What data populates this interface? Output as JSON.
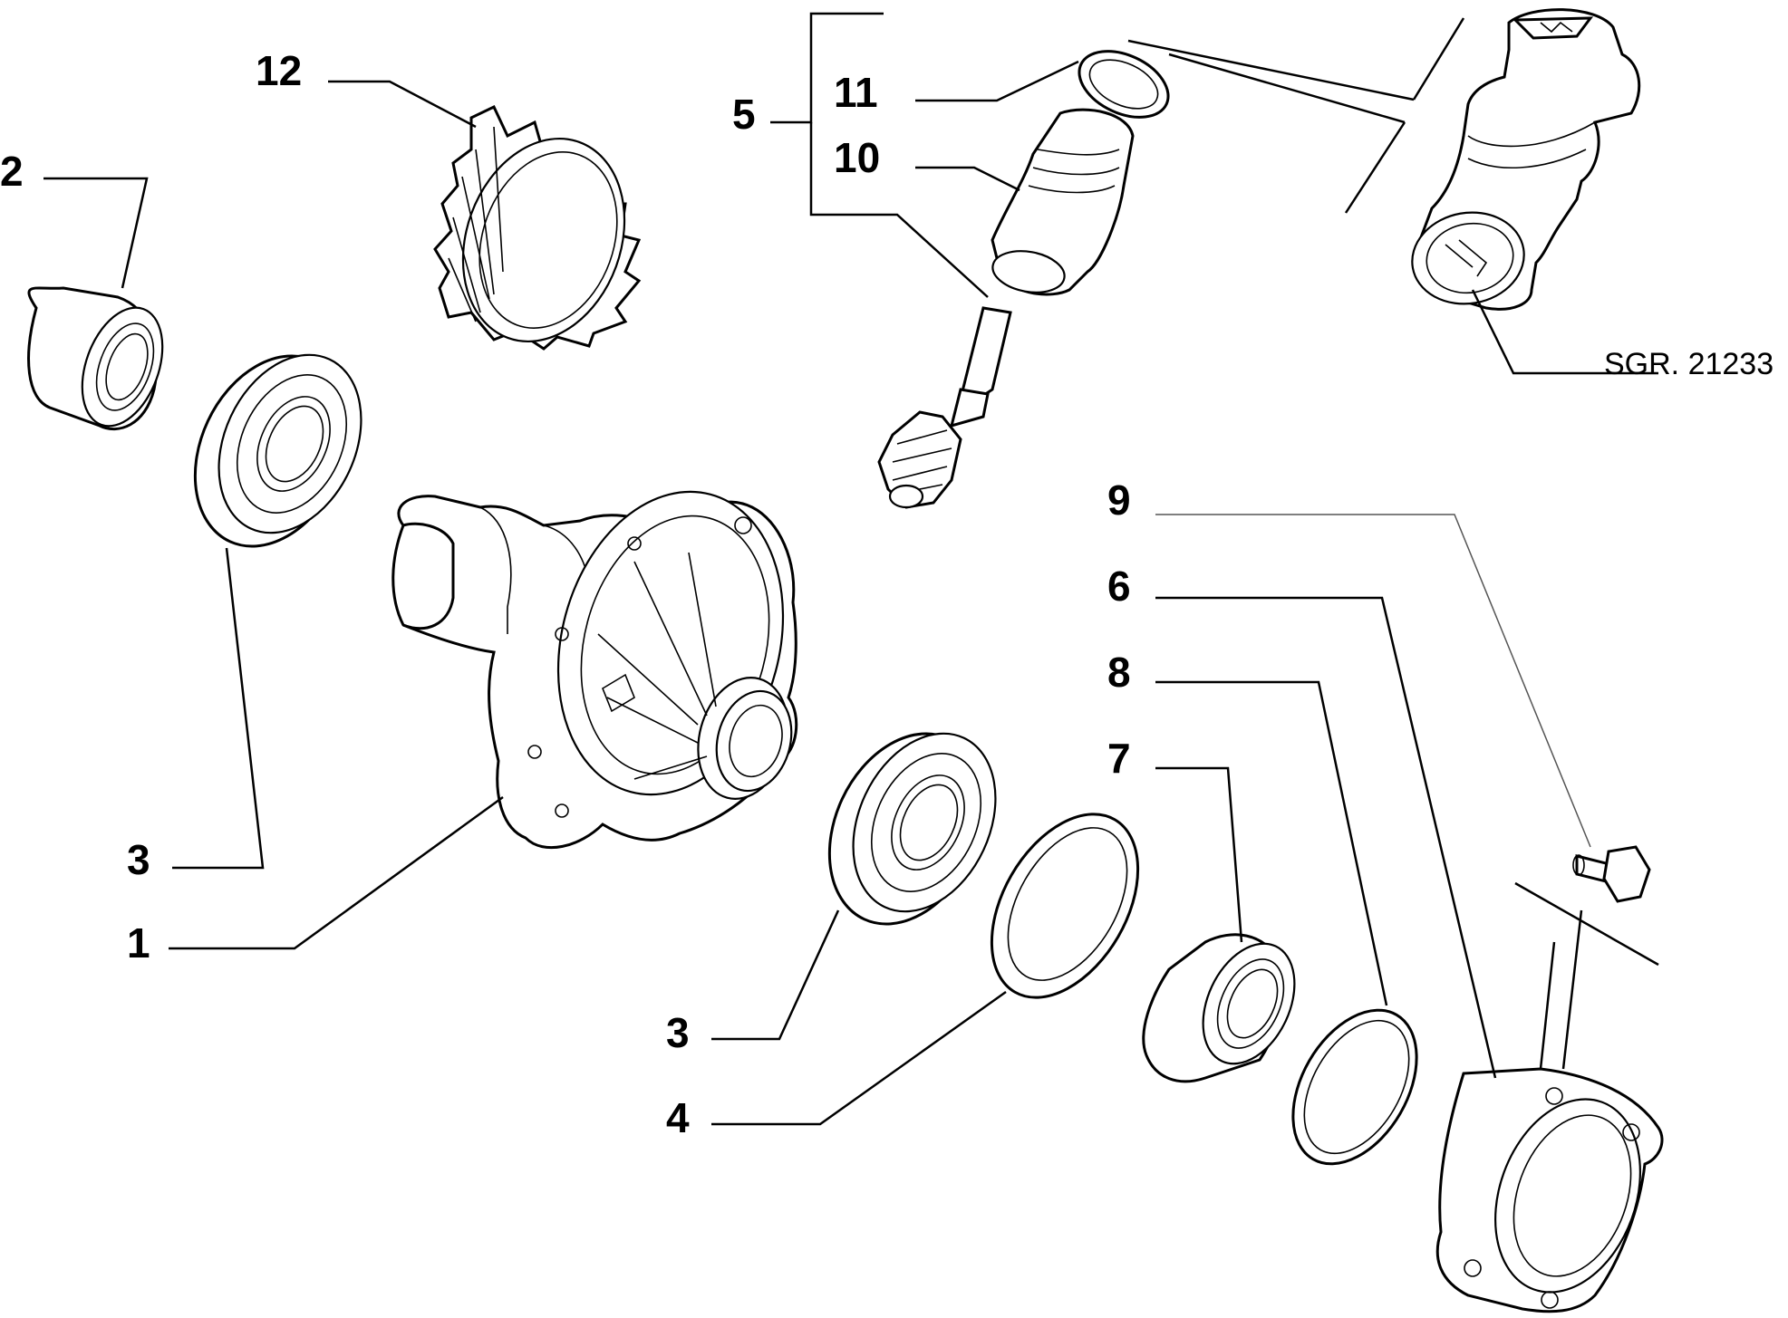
{
  "callouts": {
    "c1": "1",
    "c2": "2",
    "c3a": "3",
    "c3b": "3",
    "c4": "4",
    "c5": "5",
    "c6": "6",
    "c7": "7",
    "c8": "8",
    "c9": "9",
    "c10": "10",
    "c11": "11",
    "c12": "12"
  },
  "reference_code": "SGR. 21233"
}
